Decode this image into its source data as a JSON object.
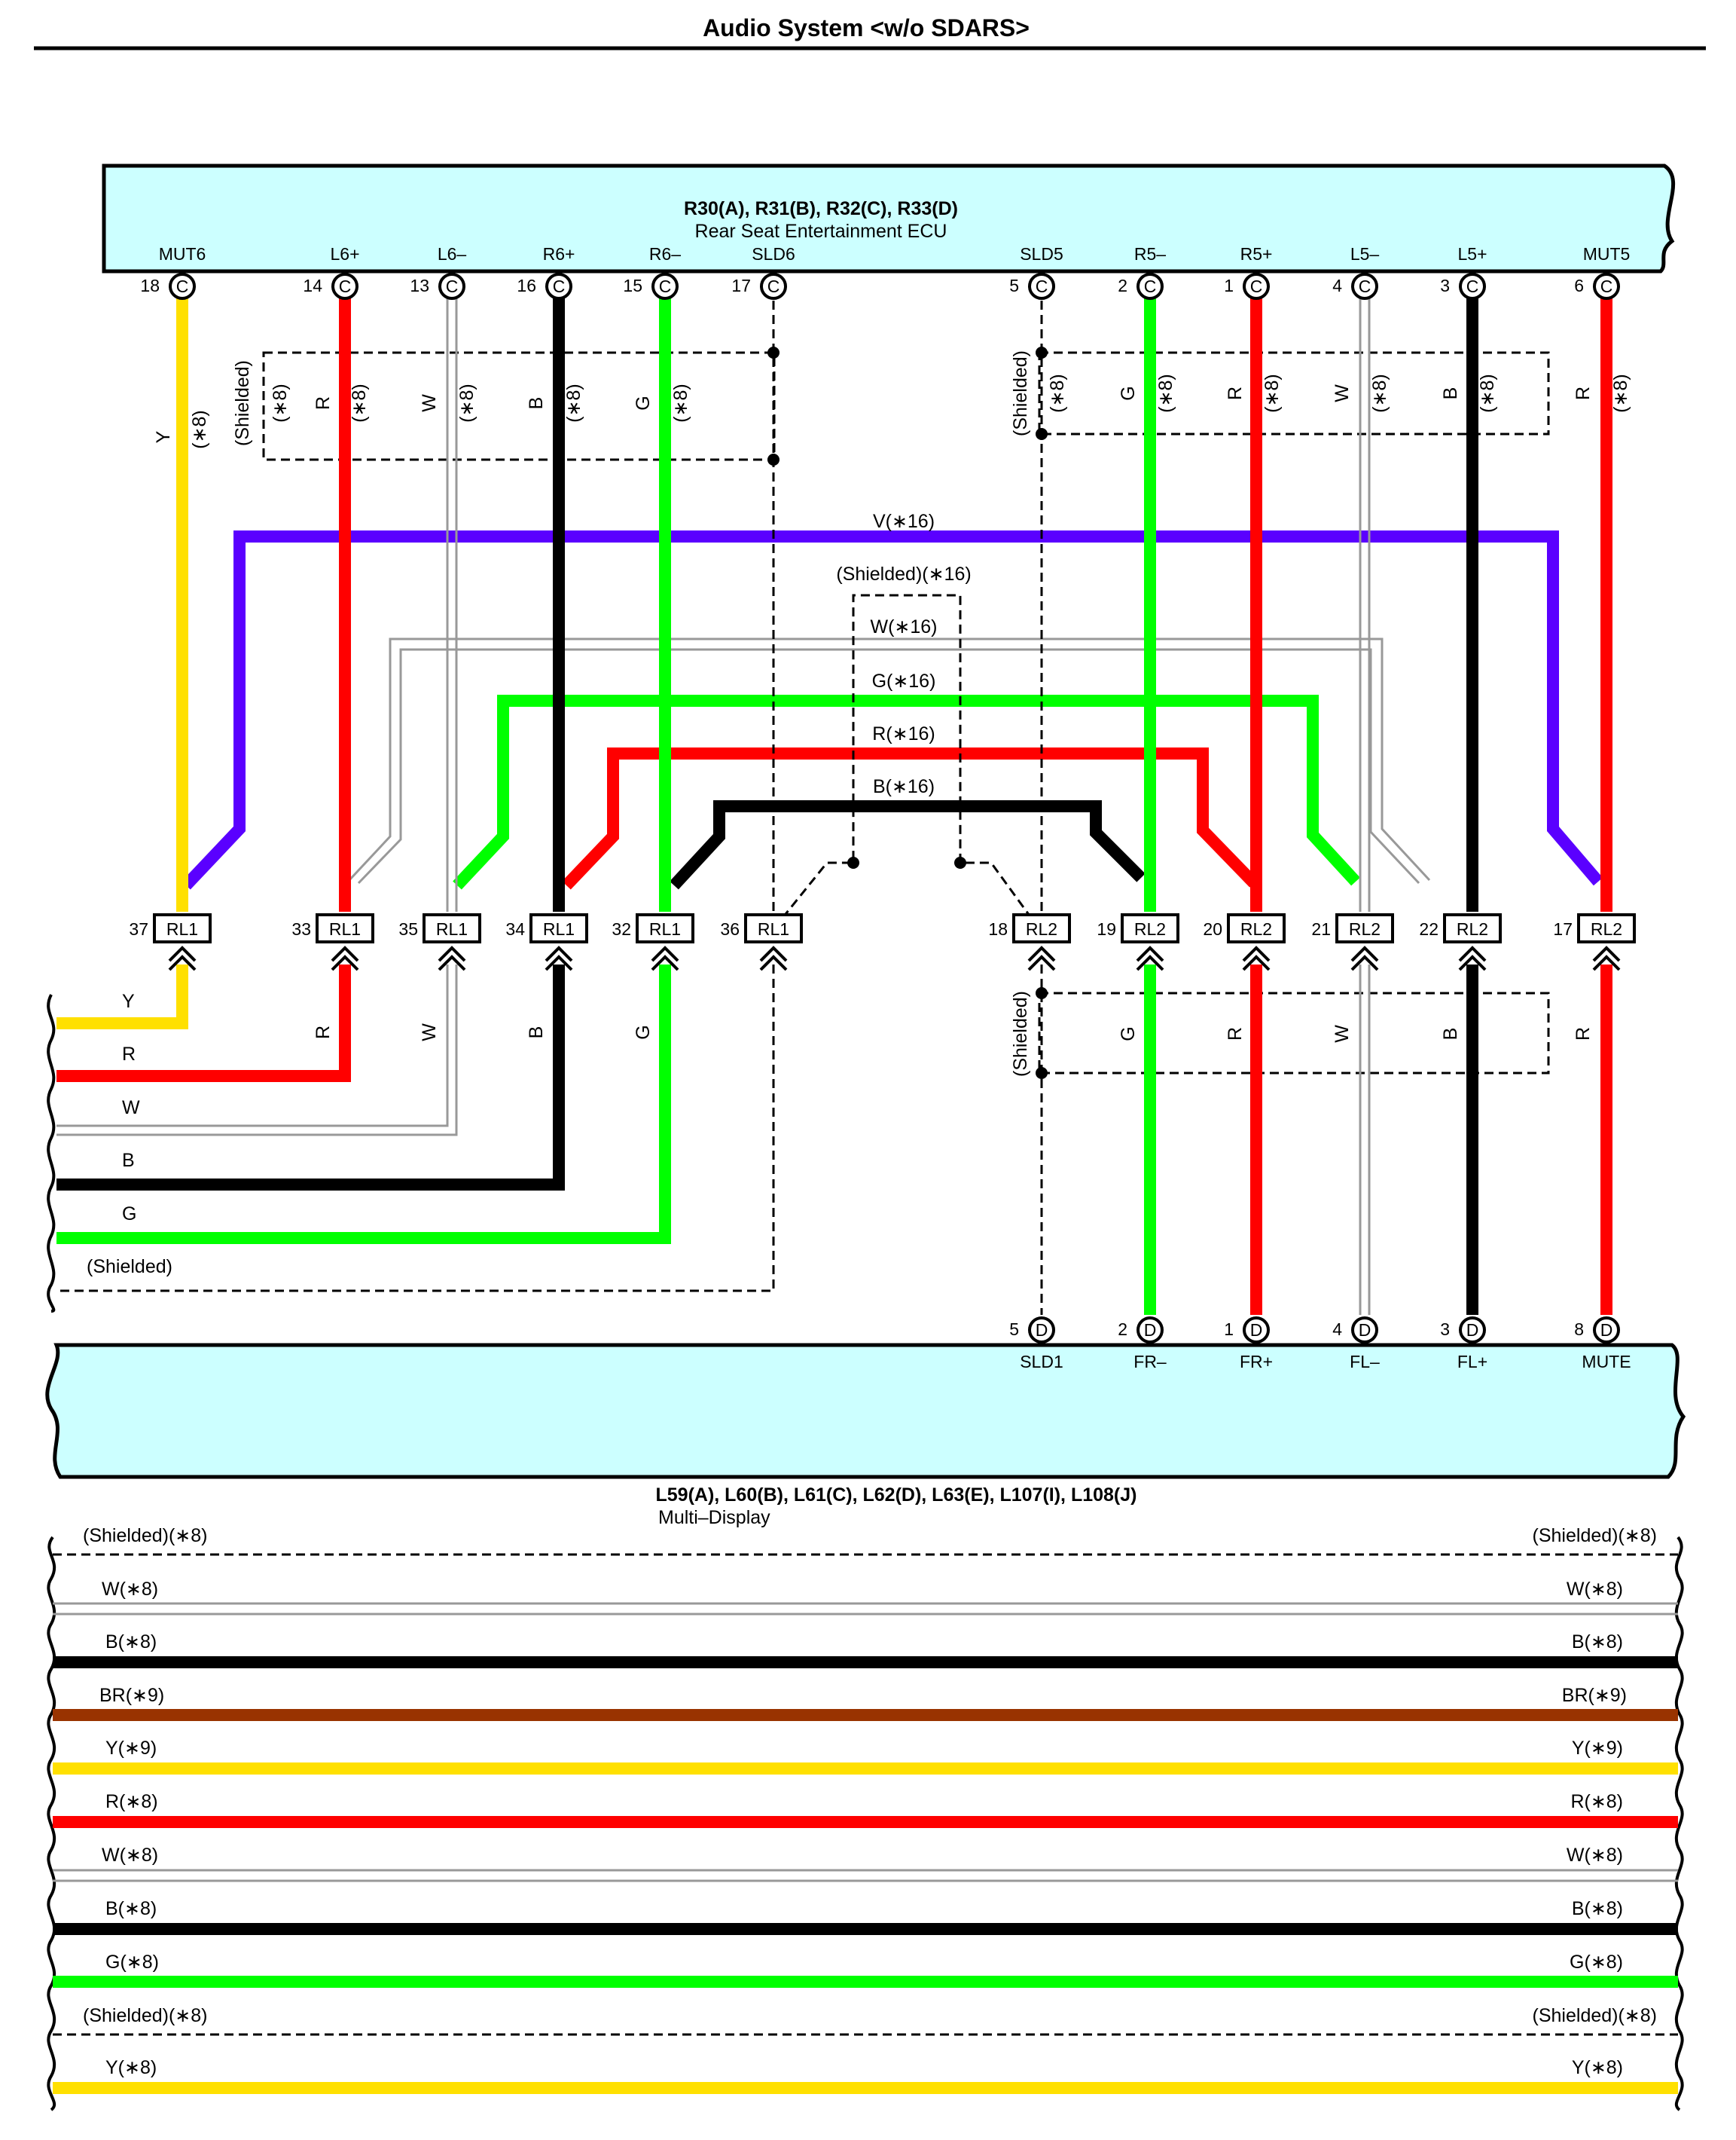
{
  "title": "Audio System <w/o SDARS>",
  "top_component": {
    "connectors": "R30(A), R31(B), R32(C), R33(D)",
    "name": "Rear Seat Entertainment ECU"
  },
  "bottom_component": {
    "connectors": "L59(A), L60(B), L61(C), L62(D), L63(E), L107(I), L108(J)",
    "name": "Multi–Display"
  },
  "colors": {
    "Y": "#ffe000",
    "R": "#ff0000",
    "W": "#b8b8b8",
    "B": "#000000",
    "G": "#00ff00",
    "V": "#5a00ff",
    "BR": "#993300",
    "panel": "#ccffff"
  },
  "top_pins": [
    {
      "name": "MUT6",
      "num": "18",
      "conn": "C"
    },
    {
      "name": "L6+",
      "num": "14",
      "conn": "C"
    },
    {
      "name": "L6–",
      "num": "13",
      "conn": "C"
    },
    {
      "name": "R6+",
      "num": "16",
      "conn": "C"
    },
    {
      "name": "R6–",
      "num": "15",
      "conn": "C"
    },
    {
      "name": "SLD6",
      "num": "17",
      "conn": "C"
    },
    {
      "name": "SLD5",
      "num": "5",
      "conn": "C"
    },
    {
      "name": "R5–",
      "num": "2",
      "conn": "C"
    },
    {
      "name": "R5+",
      "num": "1",
      "conn": "C"
    },
    {
      "name": "L5–",
      "num": "4",
      "conn": "C"
    },
    {
      "name": "L5+",
      "num": "3",
      "conn": "C"
    },
    {
      "name": "MUT5",
      "num": "6",
      "conn": "C"
    }
  ],
  "bottom_pins": [
    {
      "name": "SLD1",
      "num": "5",
      "conn": "D"
    },
    {
      "name": "FR–",
      "num": "2",
      "conn": "D"
    },
    {
      "name": "FR+",
      "num": "1",
      "conn": "D"
    },
    {
      "name": "FL–",
      "num": "4",
      "conn": "D"
    },
    {
      "name": "FL+",
      "num": "3",
      "conn": "D"
    },
    {
      "name": "MUTE",
      "num": "8",
      "conn": "D"
    }
  ],
  "relay_connectors": [
    {
      "num": "37",
      "label": "RL1"
    },
    {
      "num": "33",
      "label": "RL1"
    },
    {
      "num": "35",
      "label": "RL1"
    },
    {
      "num": "34",
      "label": "RL1"
    },
    {
      "num": "32",
      "label": "RL1"
    },
    {
      "num": "36",
      "label": "RL1"
    },
    {
      "num": "18",
      "label": "RL2"
    },
    {
      "num": "19",
      "label": "RL2"
    },
    {
      "num": "20",
      "label": "RL2"
    },
    {
      "num": "21",
      "label": "RL2"
    },
    {
      "num": "22",
      "label": "RL2"
    },
    {
      "num": "17",
      "label": "RL2"
    }
  ],
  "wire_labels_upper_left": {
    "y": "Y",
    "y_note": "(∗8)",
    "shielded": "(Shielded)",
    "shielded_note": "(∗8)",
    "r": "R",
    "r_note": "(∗8)",
    "w": "W",
    "w_note": "(∗8)",
    "b": "B",
    "b_note": "(∗8)",
    "g": "G",
    "g_note": "(∗8)"
  },
  "wire_labels_upper_right": {
    "shielded": "(Shielded)",
    "shielded_note": "(∗8)",
    "g": "G",
    "g_note": "(∗8)",
    "r": "R",
    "r_note": "(∗8)",
    "w": "W",
    "w_note": "(∗8)",
    "b": "B",
    "b_note": "(∗8)",
    "r2": "R",
    "r2_note": "(∗8)"
  },
  "crossover_labels": {
    "v": "V(∗16)",
    "shielded": "(Shielded)(∗16)",
    "w": "W(∗16)",
    "g": "G(∗16)",
    "r": "R(∗16)",
    "b": "B(∗16)"
  },
  "lower_left_labels": {
    "y": "Y",
    "r": "R",
    "w": "W",
    "b": "B",
    "g": "G",
    "shielded": "(Shielded)",
    "r_v": "R",
    "w_v": "W",
    "b_v": "B",
    "g_v": "G"
  },
  "lower_right_labels": {
    "shielded": "(Shielded)",
    "g": "G",
    "r": "R",
    "w": "W",
    "b": "B",
    "r2": "R"
  },
  "bottom_wires": [
    {
      "label": "(Shielded)(∗8)",
      "color": "dash"
    },
    {
      "label": "W(∗8)",
      "color": "W"
    },
    {
      "label": "B(∗8)",
      "color": "B"
    },
    {
      "label": "BR(∗9)",
      "color": "BR"
    },
    {
      "label": "Y(∗9)",
      "color": "Y"
    },
    {
      "label": "R(∗8)",
      "color": "R"
    },
    {
      "label": "W(∗8)",
      "color": "W"
    },
    {
      "label": "B(∗8)",
      "color": "B"
    },
    {
      "label": "G(∗8)",
      "color": "G"
    },
    {
      "label": "(Shielded)(∗8)",
      "color": "dash"
    },
    {
      "label": "Y(∗8)",
      "color": "Y"
    }
  ]
}
